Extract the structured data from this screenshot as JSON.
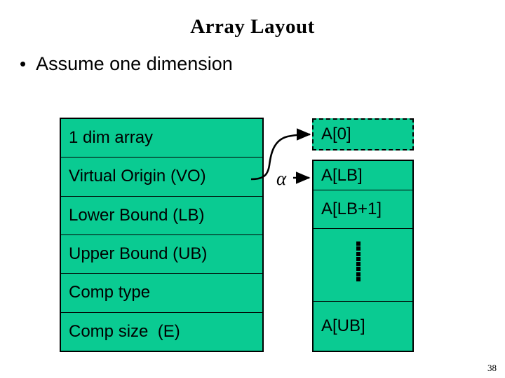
{
  "slide": {
    "title": "Array Layout",
    "page_number": "38",
    "accent_color": "#0ACB92",
    "text_color": "#000000",
    "background_color": "#ffffff"
  },
  "bullets": [
    {
      "marker": "•",
      "text": "Assume one dimension"
    }
  ],
  "descriptor_table": {
    "name": "array-descriptor",
    "rows": [
      {
        "label": "1 dim array"
      },
      {
        "label": "Virtual Origin (VO)"
      },
      {
        "label": "Lower Bound (LB)"
      },
      {
        "label": "Upper Bound (UB)"
      },
      {
        "label": "Comp type"
      },
      {
        "label": "Comp size  (E)"
      }
    ]
  },
  "memory_layout": {
    "name": "array-memory-cells",
    "detached_cell": {
      "label": "A[0]",
      "border_style": "dashed"
    },
    "cells": [
      {
        "label": "A[LB]"
      },
      {
        "label": "A[LB+1]"
      },
      {
        "label": ""
      },
      {
        "label": "A[UB]"
      }
    ],
    "ellipsis": {
      "symbol": "vertical-dots",
      "count": 8
    }
  },
  "annotations": {
    "alpha_symbol": "α",
    "arrows": [
      {
        "name": "curved-arrow-vo-to-a0",
        "from": "Virtual Origin (VO)",
        "to": "A[0]",
        "style": "curved"
      },
      {
        "name": "straight-arrow-alpha-to-alb",
        "from": "α",
        "to": "A[LB]",
        "style": "straight"
      }
    ]
  }
}
